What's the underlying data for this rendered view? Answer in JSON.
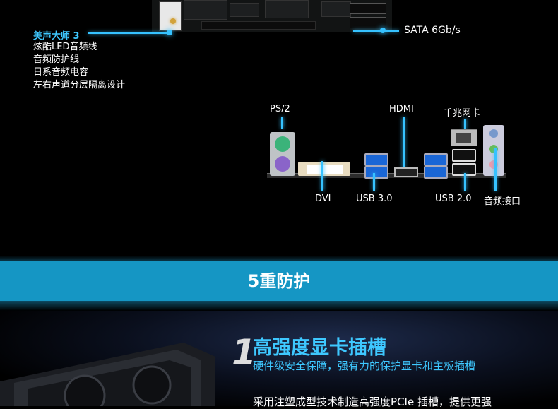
{
  "top_callouts": {
    "sata_label": "SATA 6Gb/s"
  },
  "audio": {
    "title": "美声大师 3",
    "features": [
      "炫酷LED音频线",
      "音频防护线",
      "日系音频电容",
      "左右声道分层隔离设计"
    ]
  },
  "io_panel": {
    "labels": {
      "ps2": "PS/2",
      "hdmi": "HDMI",
      "lan": "千兆网卡",
      "dvi": "DVI",
      "usb3": "USB 3.0",
      "usb2": "USB 2.0",
      "audio": "音频接口"
    }
  },
  "section_band": {
    "title": "5重防护"
  },
  "feature": {
    "number": "1",
    "title": "高强度显卡插槽",
    "subtitle": "硬件级安全保障，强有力的保护显卡和主板插槽",
    "body": "采用注塑成型技术制造高强度PCIe 插槽，提供更强"
  },
  "colors": {
    "accent": "#36c2ff",
    "band": "#1596c4"
  }
}
